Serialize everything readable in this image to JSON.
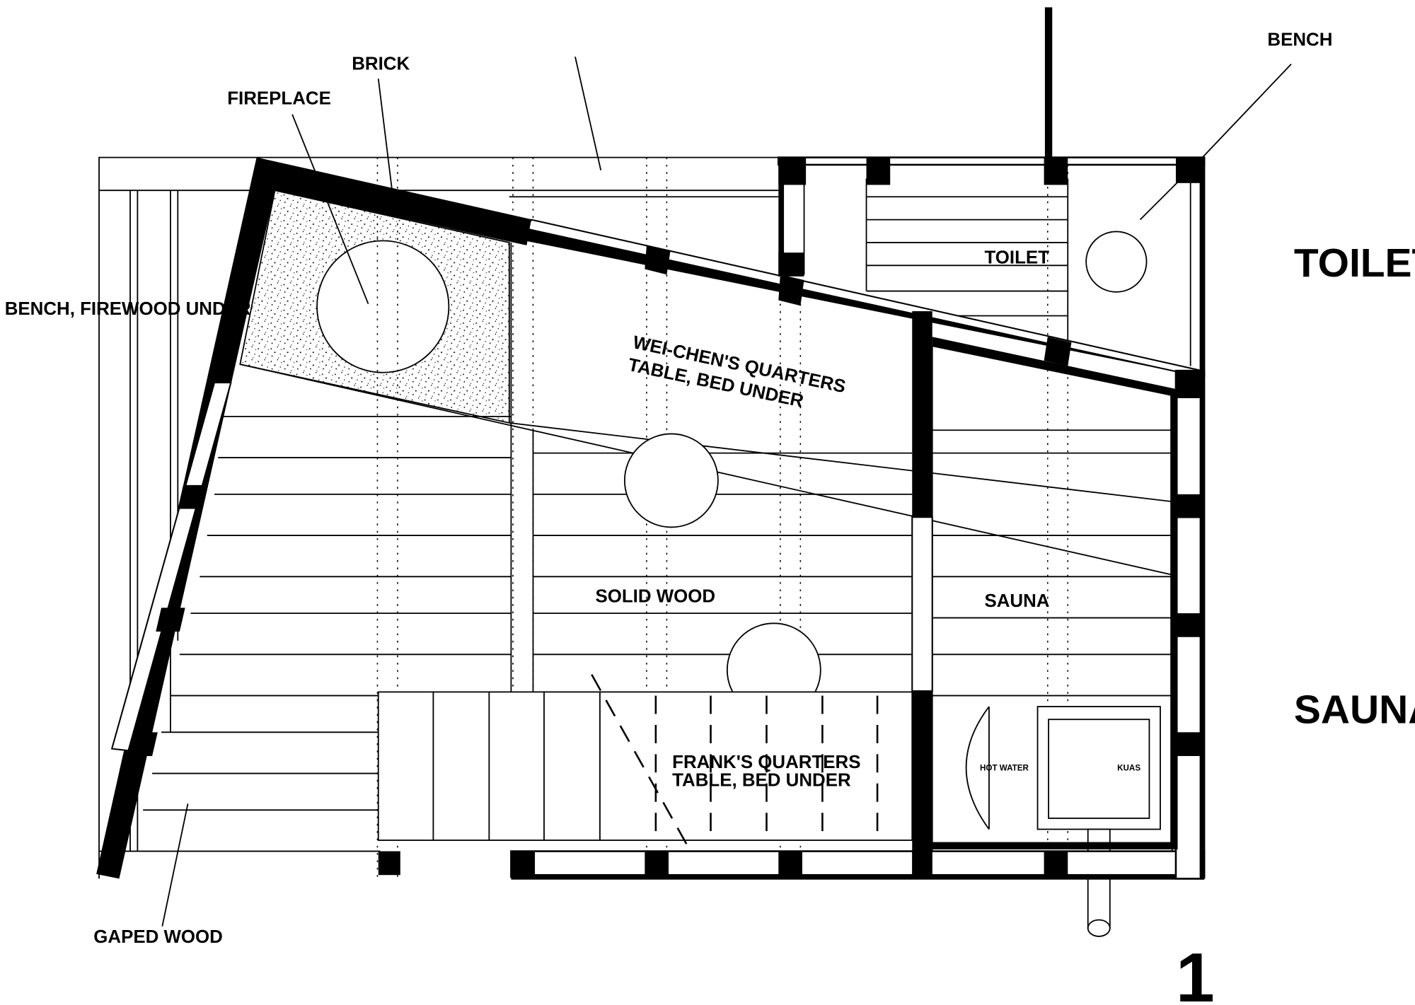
{
  "labels": {
    "brick": "BRICK",
    "fireplace": "FIREPLACE",
    "bench_firewood": "BENCH, FIREWOOD UNDER",
    "bench": "BENCH",
    "toilet_room": "TOILET",
    "toilet_heading": "TOILET",
    "weichen_line1": "WEI-CHEN'S QUARTERS",
    "weichen_line2": "TABLE, BED UNDER",
    "solid_wood": "SOLID WOOD",
    "sauna_room": "SAUNA",
    "sauna_heading": "SAUNA",
    "frank_line1": "FRANK'S QUARTERS",
    "frank_line2": "TABLE, BED UNDER",
    "hot_water": "HOT WATER",
    "kuas": "KUAS",
    "gaped_wood": "GAPED WOOD",
    "sheet_number": "1"
  }
}
